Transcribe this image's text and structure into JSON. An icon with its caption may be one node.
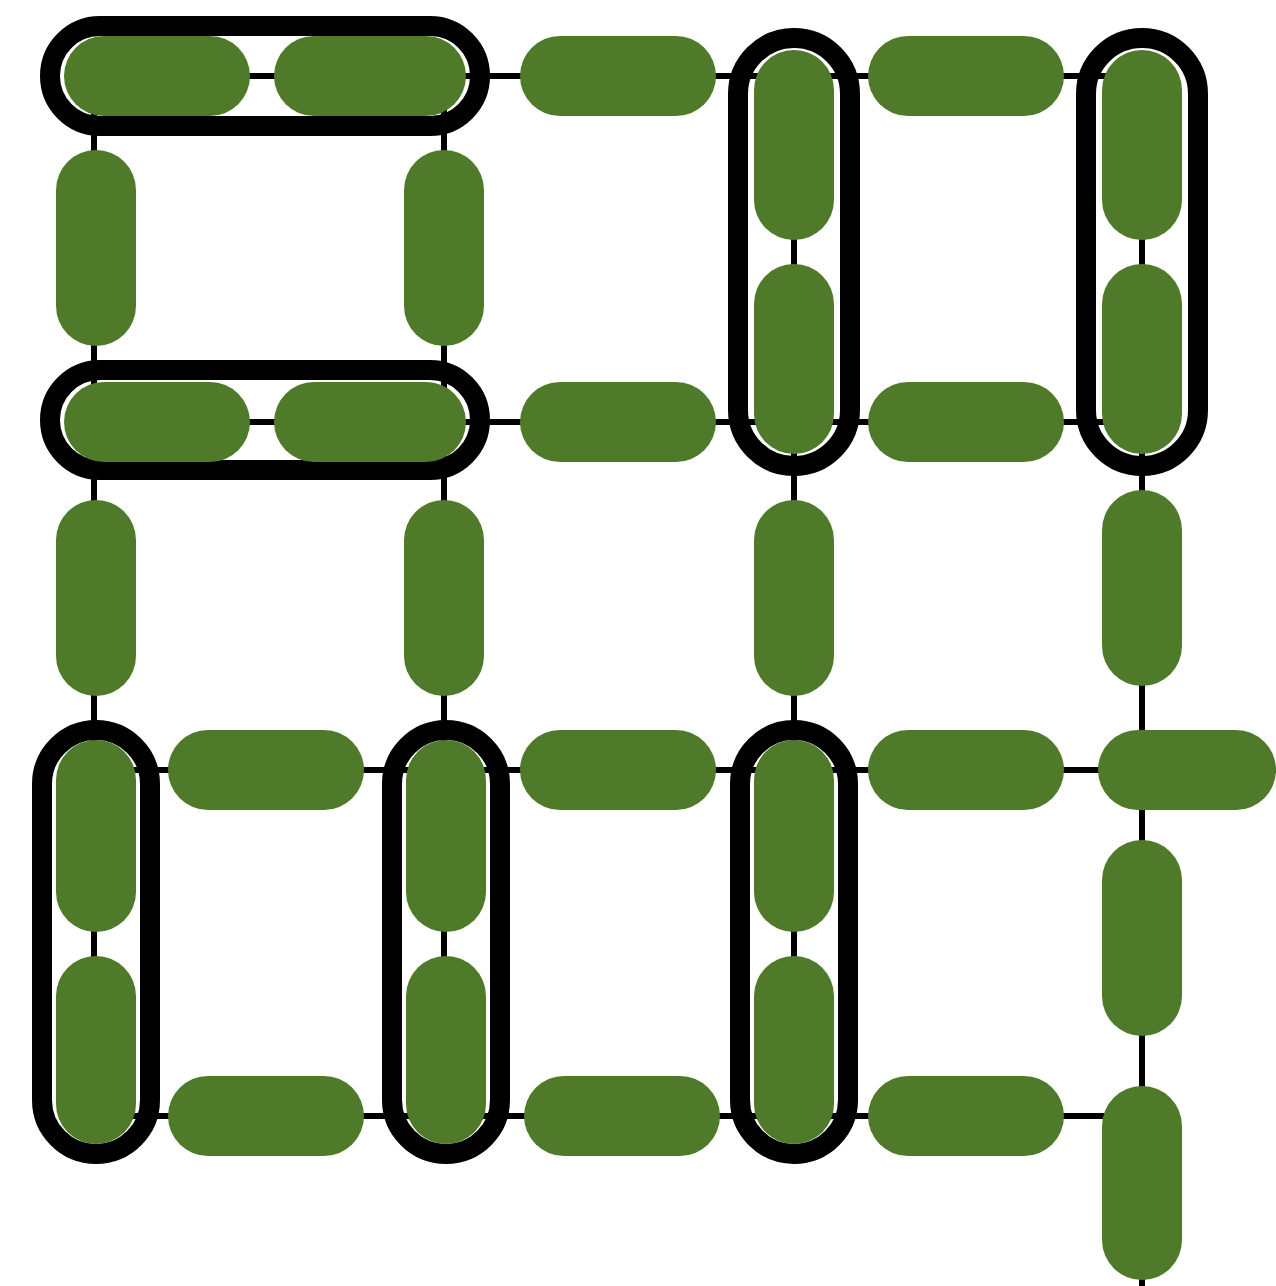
{
  "diagram": {
    "nodes": [
      {
        "text": [],
        "shape": "box"
      },
      {
        "text": [],
        "shape": "bar",
        "in": 0
      },
      {
        "text": [],
        "shape": "bar",
        "in": 0
      },
      {
        "text": [],
        "shape": "bar"
      },
      {
        "text": [],
        "shape": "box"
      },
      {
        "text": [],
        "shape": "bar",
        "in": 4
      },
      {
        "text": [],
        "shape": "bar"
      },
      {
        "text": [],
        "shape": "box"
      },
      {
        "text": [],
        "shape": "bar",
        "in": 7
      },
      {
        "text": [],
        "shape": "bar"
      },
      {
        "text": [],
        "shape": "bar"
      },
      {
        "text": [],
        "shape": "bar",
        "in": 4
      },
      {
        "text": [],
        "shape": "bar",
        "in": 7
      },
      {
        "text": [],
        "shape": "box"
      },
      {
        "text": [],
        "shape": "bar",
        "in": 13
      },
      {
        "text": [],
        "shape": "bar",
        "in": 13
      },
      {
        "text": [],
        "shape": "bar"
      },
      {
        "text": [],
        "shape": "bar"
      },
      {
        "text": [],
        "shape": "bar"
      },
      {
        "text": [],
        "shape": "bar"
      },
      {
        "text": [],
        "shape": "bar"
      },
      {
        "text": [],
        "shape": "bar"
      },
      {
        "text": [],
        "shape": "box"
      },
      {
        "text": [],
        "shape": "bar",
        "in": 22
      },
      {
        "text": [],
        "shape": "bar"
      },
      {
        "text": [],
        "shape": "box"
      },
      {
        "text": [],
        "shape": "bar",
        "in": 25
      },
      {
        "text": [],
        "shape": "bar"
      },
      {
        "text": [],
        "shape": "box"
      },
      {
        "text": [],
        "shape": "bar",
        "in": 28
      },
      {
        "text": [],
        "shape": "bar"
      },
      {
        "text": [],
        "shape": "bar"
      },
      {
        "text": [],
        "shape": "bar"
      },
      {
        "text": [],
        "shape": "bar",
        "in": 22
      },
      {
        "text": [],
        "shape": "bar"
      },
      {
        "text": [],
        "shape": "bar",
        "in": 25
      },
      {
        "text": [],
        "shape": "bar"
      },
      {
        "text": [],
        "shape": "bar",
        "in": 28
      },
      {
        "text": [],
        "shape": "bar"
      },
      {
        "text": [],
        "shape": "bar"
      }
    ]
  }
}
